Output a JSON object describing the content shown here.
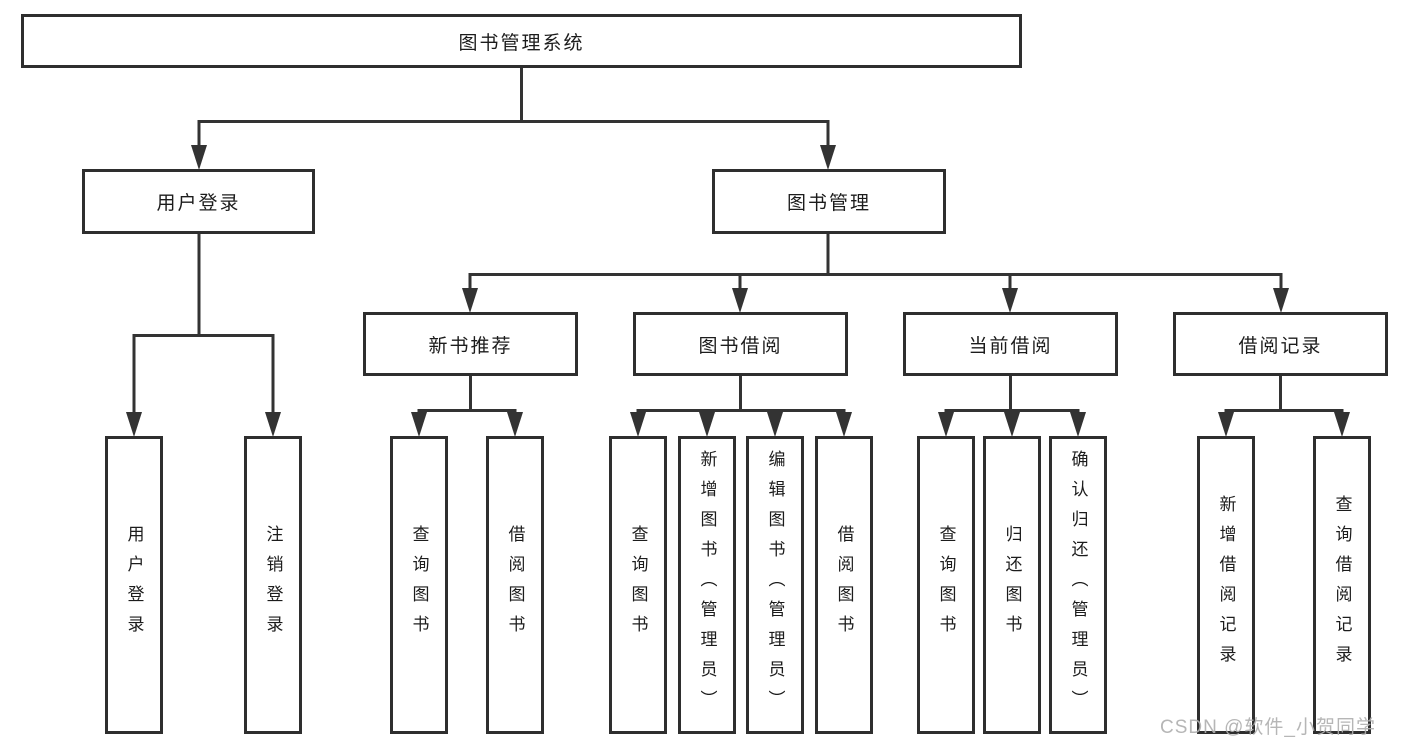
{
  "colors": {
    "line": "#333333",
    "box_border": "#2e2e2e",
    "text": "#1c1c1c",
    "watermark": "#b0b0b0",
    "background": "#ffffff"
  },
  "watermark": {
    "text": "CSDN @软件_小贺同学"
  },
  "tree": {
    "label": "图书管理系统",
    "children": [
      {
        "label": "用户登录",
        "children": [
          {
            "label": "用户登录"
          },
          {
            "label": "注销登录"
          }
        ]
      },
      {
        "label": "图书管理",
        "children": [
          {
            "label": "新书推荐",
            "children": [
              {
                "label": "查询图书"
              },
              {
                "label": "借阅图书"
              }
            ]
          },
          {
            "label": "图书借阅",
            "children": [
              {
                "label": "查询图书"
              },
              {
                "label": "新增图书（管理员）"
              },
              {
                "label": "编辑图书（管理员）"
              },
              {
                "label": "借阅图书"
              }
            ]
          },
          {
            "label": "当前借阅",
            "children": [
              {
                "label": "查询图书"
              },
              {
                "label": "归还图书"
              },
              {
                "label": "确认归还（管理员）"
              }
            ]
          },
          {
            "label": "借阅记录",
            "children": [
              {
                "label": "新增借阅记录"
              },
              {
                "label": "查询借阅记录"
              }
            ]
          }
        ]
      }
    ]
  }
}
